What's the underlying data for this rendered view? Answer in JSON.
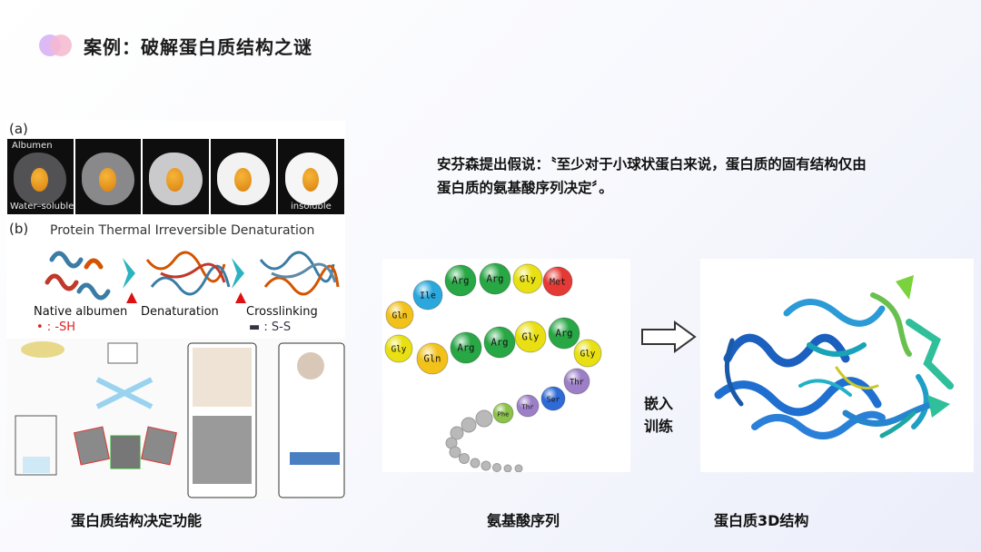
{
  "header": {
    "title": "案例：破解蛋白质结构之谜"
  },
  "figure_left": {
    "label_a": "(a)",
    "label_b": "(b)",
    "egg_top_label": "Albumen",
    "egg_left_label": "Water–soluble",
    "egg_right_label": "insoluble",
    "denaturation_title": "Protein Thermal Irreversible Denaturation",
    "stage_native": "Native albumen",
    "stage_denaturation": "Denaturation",
    "stage_crosslinking": "Crosslinking",
    "legend_sh": "• : -SH",
    "legend_ss": "▬ : S-S"
  },
  "hypothesis": "安芬森提出假说：〝至少对于小球状蛋白来说，蛋白质的固有结构仅由蛋白质的氨基酸序列决定〞。",
  "sequence": {
    "residues": [
      {
        "name": "Gln",
        "color": "#f2c21b"
      },
      {
        "name": "Ile",
        "color": "#2aa7dc"
      },
      {
        "name": "Arg",
        "color": "#28a745"
      },
      {
        "name": "Arg",
        "color": "#28a745"
      },
      {
        "name": "Gly",
        "color": "#e8e012"
      },
      {
        "name": "Met",
        "color": "#e53935"
      },
      {
        "name": "Gly",
        "color": "#e8e012"
      },
      {
        "name": "Gln",
        "color": "#f2c21b"
      },
      {
        "name": "Arg",
        "color": "#28a745"
      },
      {
        "name": "Arg",
        "color": "#28a745"
      },
      {
        "name": "Gly",
        "color": "#e8e012"
      },
      {
        "name": "Arg",
        "color": "#28a745"
      },
      {
        "name": "Gly",
        "color": "#e8e012"
      },
      {
        "name": "Thr",
        "color": "#9c7fc6"
      },
      {
        "name": "Ser",
        "color": "#2f6ad6"
      },
      {
        "name": "Thr",
        "color": "#9c7fc6"
      },
      {
        "name": "Phe",
        "color": "#8bc34a"
      }
    ]
  },
  "embed_label_line1": "嵌入",
  "embed_label_line2": "训练",
  "captions": {
    "left": "蛋白质结构决定功能",
    "middle": "氨基酸序列",
    "right": "蛋白质3D结构"
  }
}
